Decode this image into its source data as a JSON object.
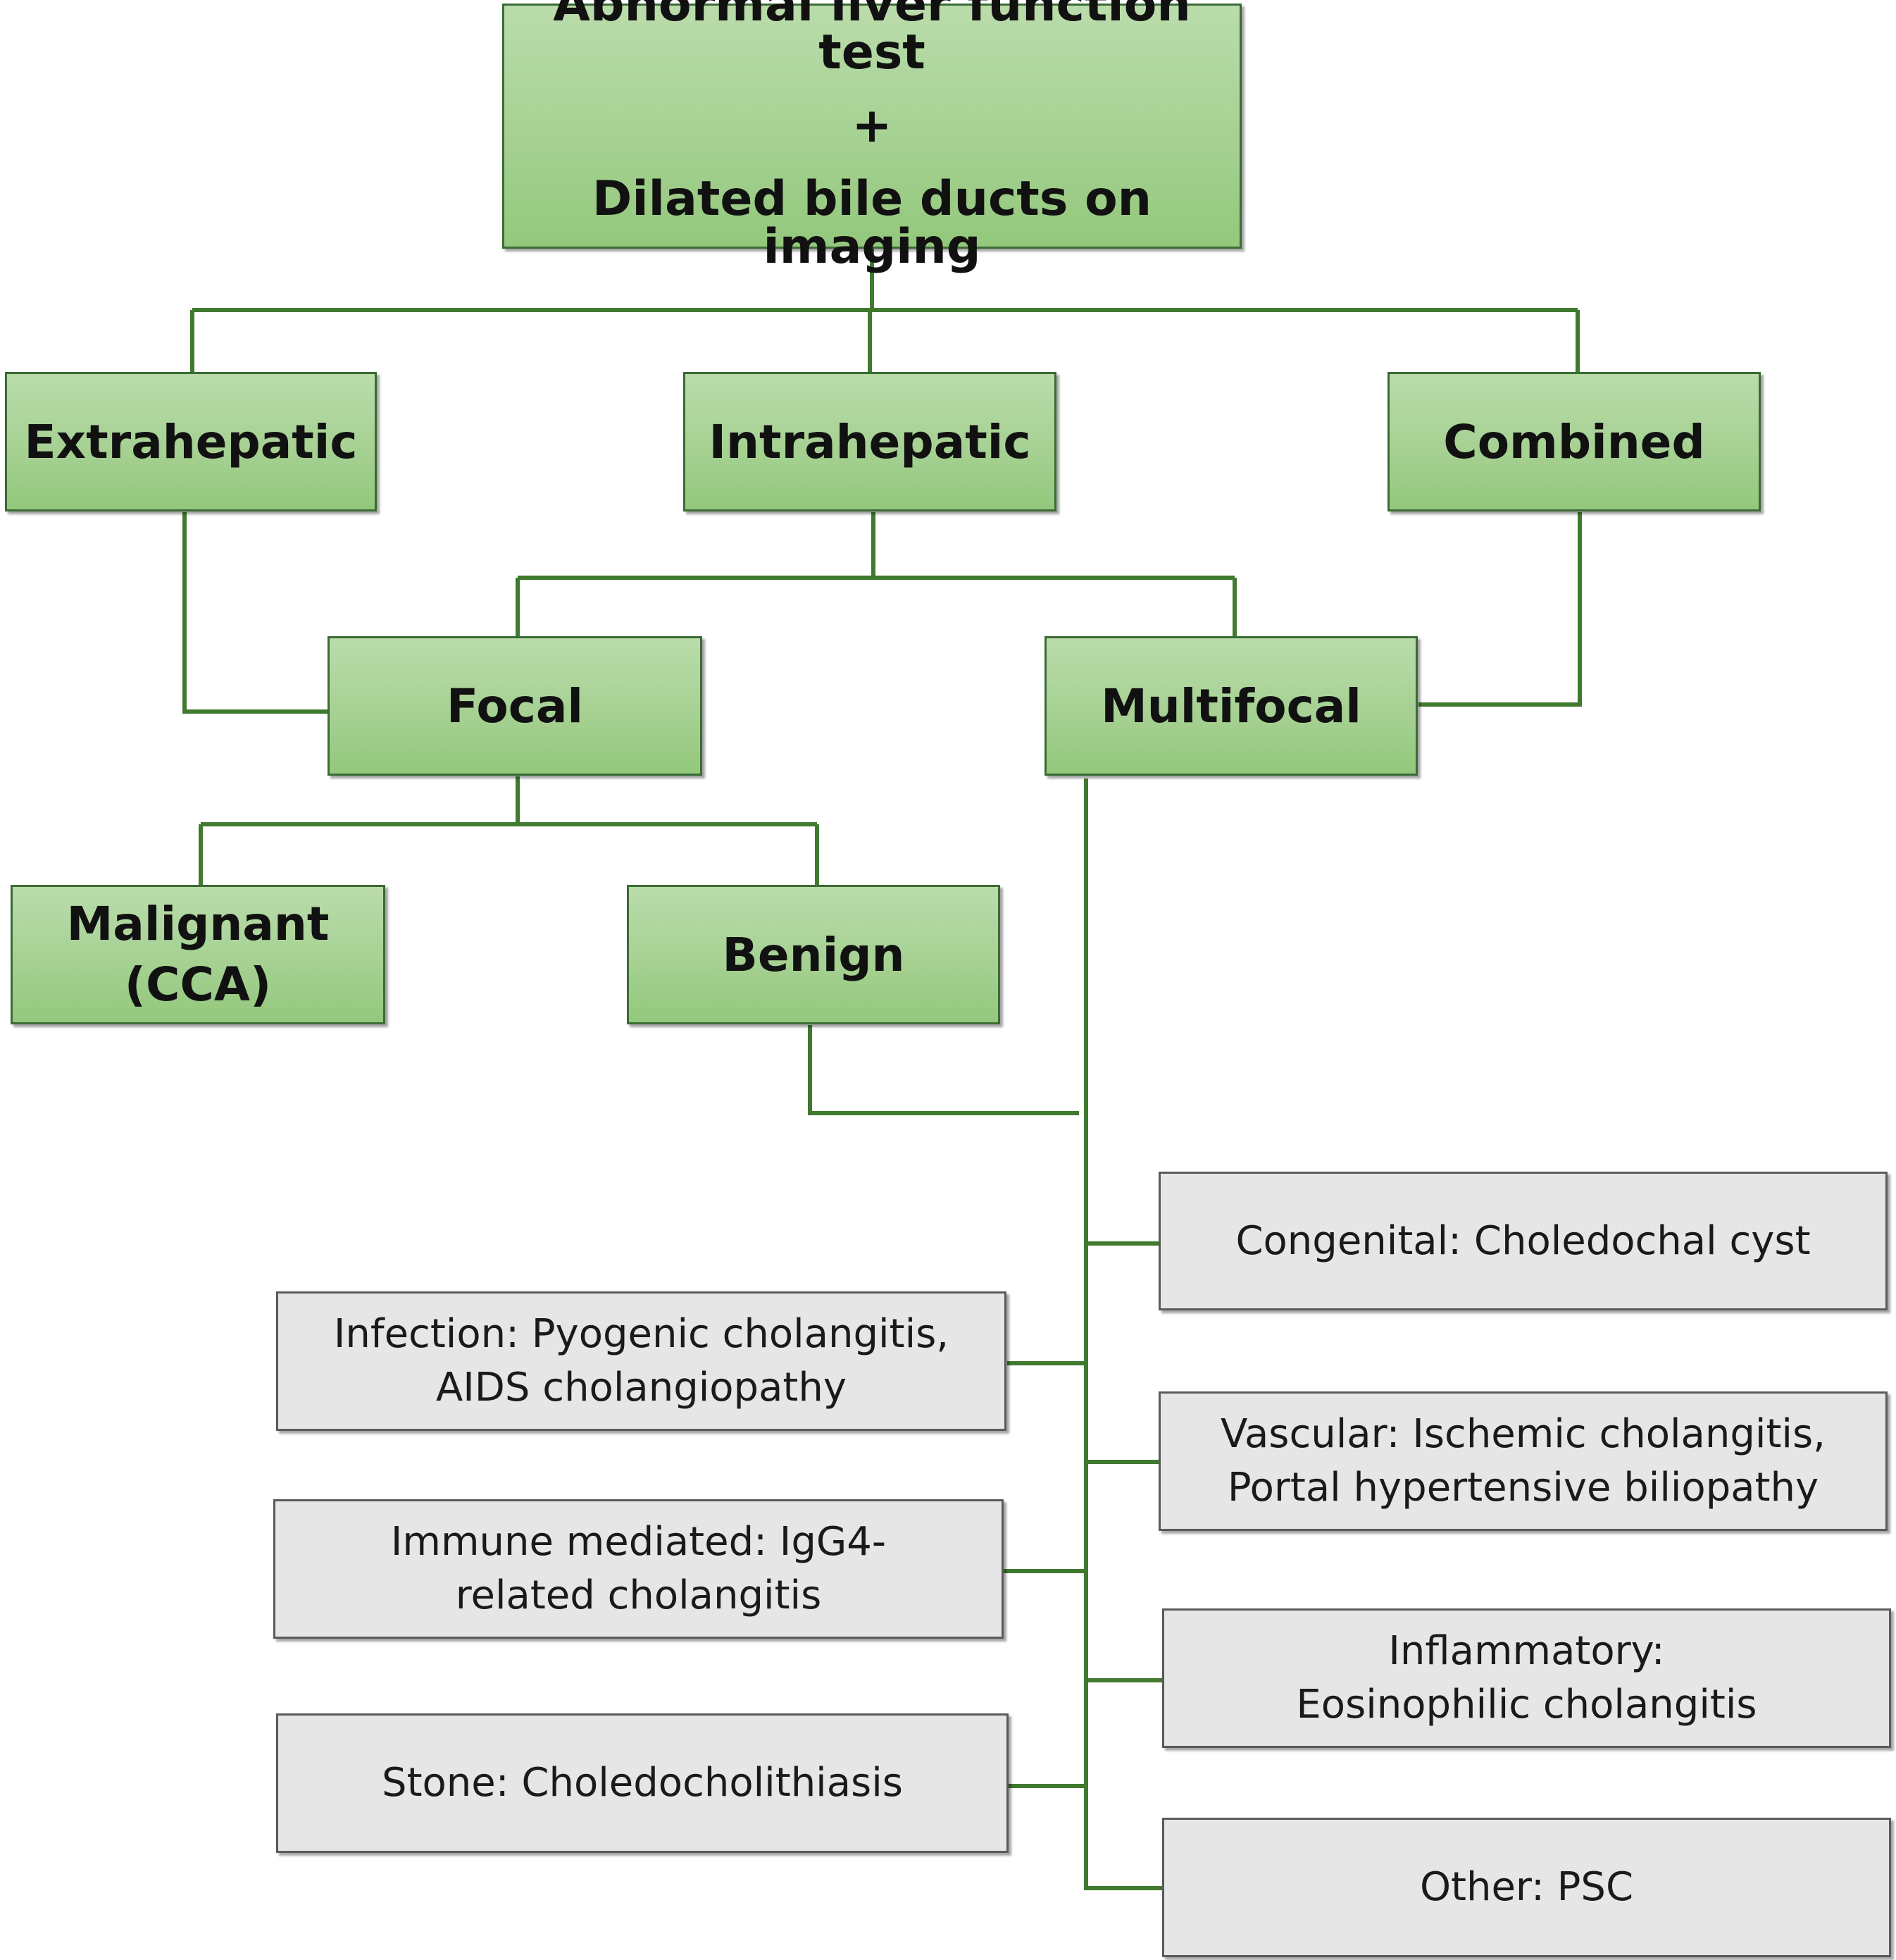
{
  "root": {
    "line1": "Abnormal liver function test",
    "line2": "+",
    "line3": "Dilated bile ducts on imaging"
  },
  "level1": {
    "extrahepatic": "Extrahepatic",
    "intrahepatic": "Intrahepatic",
    "combined": "Combined"
  },
  "level2": {
    "focal": "Focal",
    "multifocal": "Multifocal"
  },
  "level3": {
    "malignant_line1": "Malignant",
    "malignant_line2": "(CCA)",
    "benign": "Benign"
  },
  "causes": {
    "congenital": "Congenital: Choledochal cyst",
    "infection": "Infection: Pyogenic cholangitis, AIDS cholangiopathy",
    "vascular": "Vascular: Ischemic cholangitis, Portal hypertensive biliopathy",
    "immune": "Immune mediated: IgG4-related cholangitis",
    "inflammatory": "Inflammatory: Eosinophilic cholangitis",
    "stone": "Stone: Choledocholithiasis",
    "other": "Other: PSC"
  },
  "colors": {
    "connector": "#3f7a2e",
    "green_box": "#a6d193",
    "gray_box": "#e6e6e6"
  }
}
